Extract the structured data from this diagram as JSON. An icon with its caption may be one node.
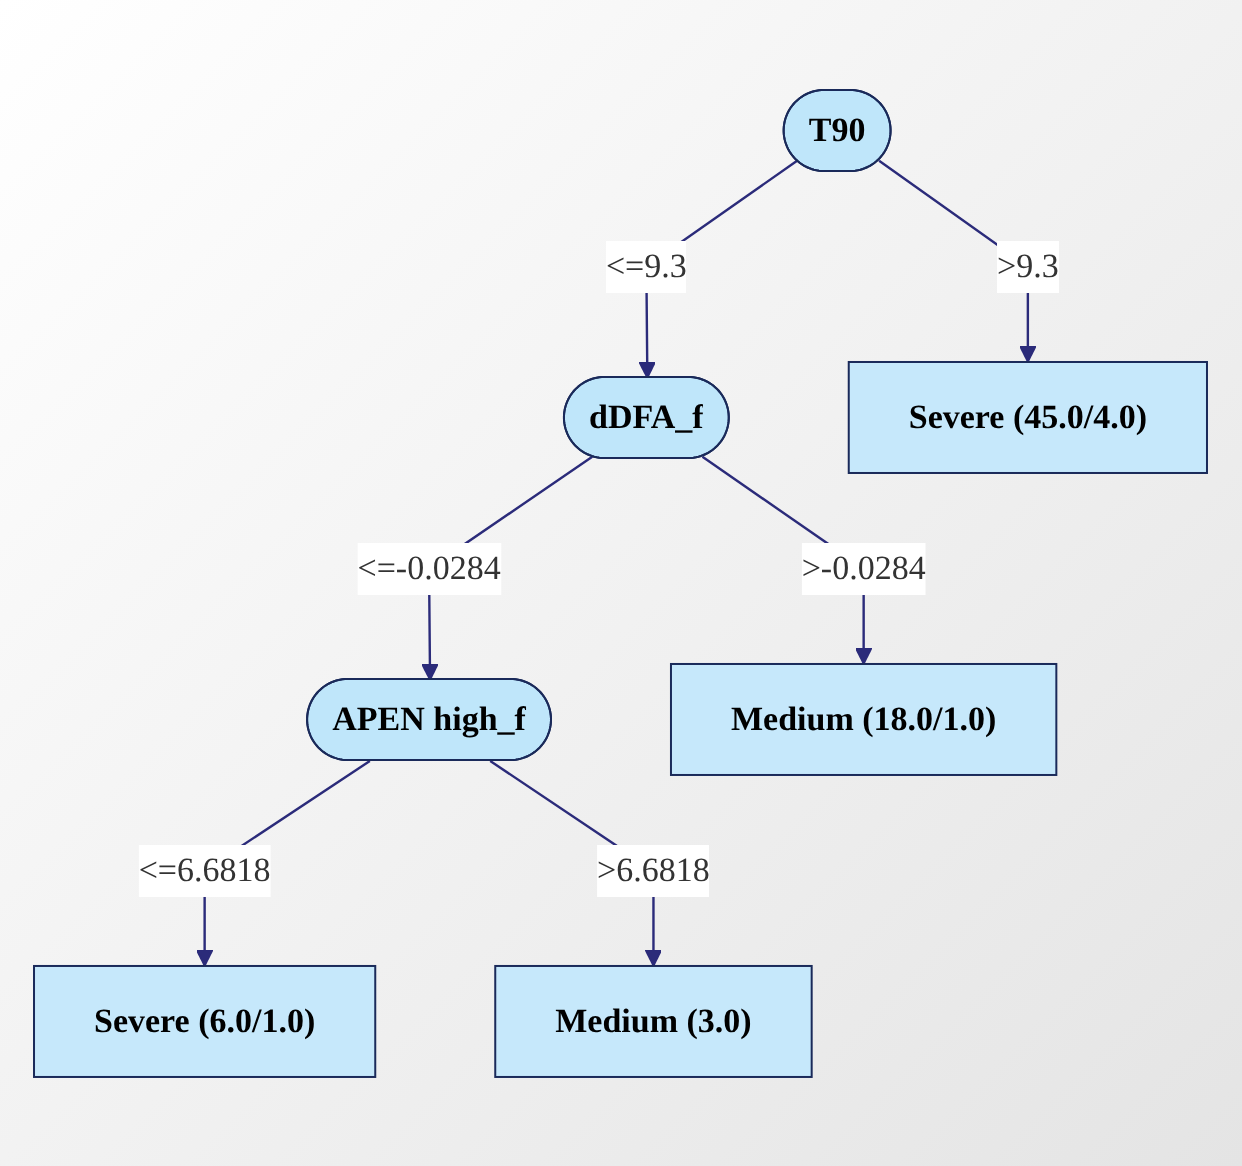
{
  "diagram": {
    "nodes": [
      {
        "text": [
          "T90"
        ]
      },
      {
        "text": [
          "dDFA_f"
        ]
      },
      {
        "text": [
          "Severe (45.0/4.0)"
        ]
      },
      {
        "text": [
          "APEN high_f"
        ]
      },
      {
        "text": [
          "Medium (18.0/1.0)"
        ]
      },
      {
        "text": [
          "Severe (6.0/1.0)"
        ]
      },
      {
        "text": [
          "Medium (3.0)"
        ]
      }
    ],
    "edges": [
      {
        "from": 0,
        "to": 1,
        "arrow": "to",
        "label": "<=9.3"
      },
      {
        "from": 0,
        "to": 2,
        "arrow": "to",
        "label": ">9.3"
      },
      {
        "from": 1,
        "to": 3,
        "arrow": "to",
        "label": "<=-0.0284"
      },
      {
        "from": 1,
        "to": 4,
        "arrow": "to",
        "label": ">-0.0284"
      },
      {
        "from": 3,
        "to": 5,
        "arrow": "to",
        "label": "<=6.6818"
      },
      {
        "from": 3,
        "to": 6,
        "arrow": "to",
        "label": ">6.6818"
      }
    ]
  }
}
